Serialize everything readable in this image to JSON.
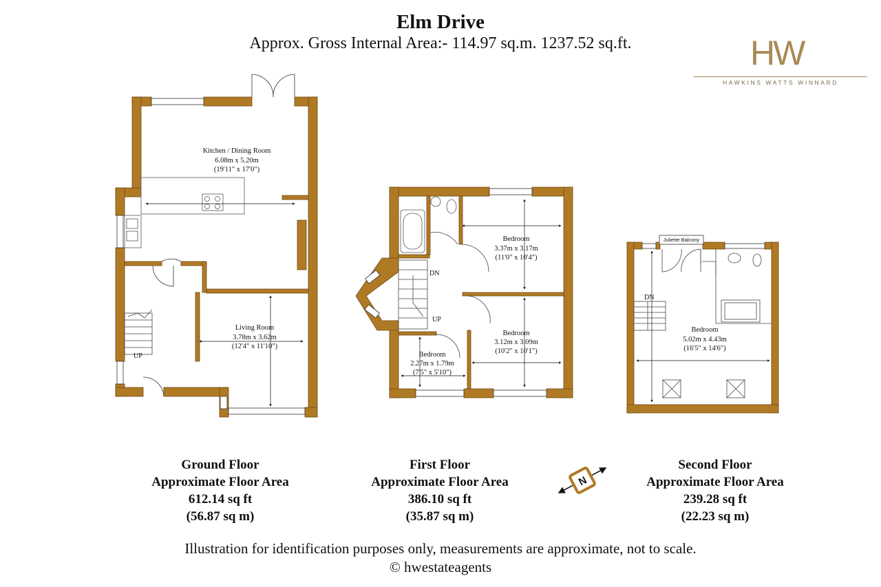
{
  "header": {
    "title": "Elm Drive",
    "subtitle": "Approx. Gross Internal Area:- 114.97 sq.m. 1237.52 sq.ft."
  },
  "logo": {
    "monogram": "HW",
    "name": "HAWKINS WATTS WINNARD",
    "color": "#a88a55"
  },
  "colors": {
    "wall": "#b07a25",
    "wall_stroke": "#6e4a12"
  },
  "ground_floor": {
    "rooms": [
      {
        "name": "Kitchen / Dining Room",
        "size_m": "6.08m x 5.20m",
        "size_ft": "(19'11\" x 17'0\")"
      },
      {
        "name": "Living Room",
        "size_m": "3.78m x 3.62m",
        "size_ft": "(12'4\" x 11'10\")"
      }
    ],
    "stair_label": "UP",
    "caption": {
      "name": "Ground Floor",
      "label": "Approximate Floor Area",
      "sq_ft": "612.14 sq ft",
      "sq_m": "(56.87 sq m)"
    }
  },
  "first_floor": {
    "rooms": [
      {
        "name": "Bedroom",
        "size_m": "3.37m x 3.17m",
        "size_ft": "(11'0\" x 10'4\")"
      },
      {
        "name": "Bedroom",
        "size_m": "3.12m x 3.09m",
        "size_ft": "(10'2\" x 10'1\")"
      },
      {
        "name": "Bedroom",
        "size_m": "2.27m x 1.79m",
        "size_ft": "(7'5\" x 5'10\")"
      }
    ],
    "stair_down": "DN",
    "stair_up": "UP",
    "caption": {
      "name": "First Floor",
      "label": "Approximate Floor Area",
      "sq_ft": "386.10 sq ft",
      "sq_m": "(35.87 sq m)"
    }
  },
  "second_floor": {
    "rooms": [
      {
        "name": "Bedroom",
        "size_m": "5.02m x 4.43m",
        "size_ft": "(16'5\" x 14'6\")"
      }
    ],
    "balcony": "Juliette Balcony",
    "stair_down": "DN",
    "caption": {
      "name": "Second Floor",
      "label": "Approximate Floor Area",
      "sq_ft": "239.28 sq ft",
      "sq_m": "(22.23 sq m)"
    }
  },
  "compass": {
    "letter": "N",
    "icon": "compass-icon"
  },
  "footer": {
    "disclaimer": "Illustration for identification purposes only, measurements are approximate, not to scale.",
    "copyright": "© hwestateagents"
  }
}
